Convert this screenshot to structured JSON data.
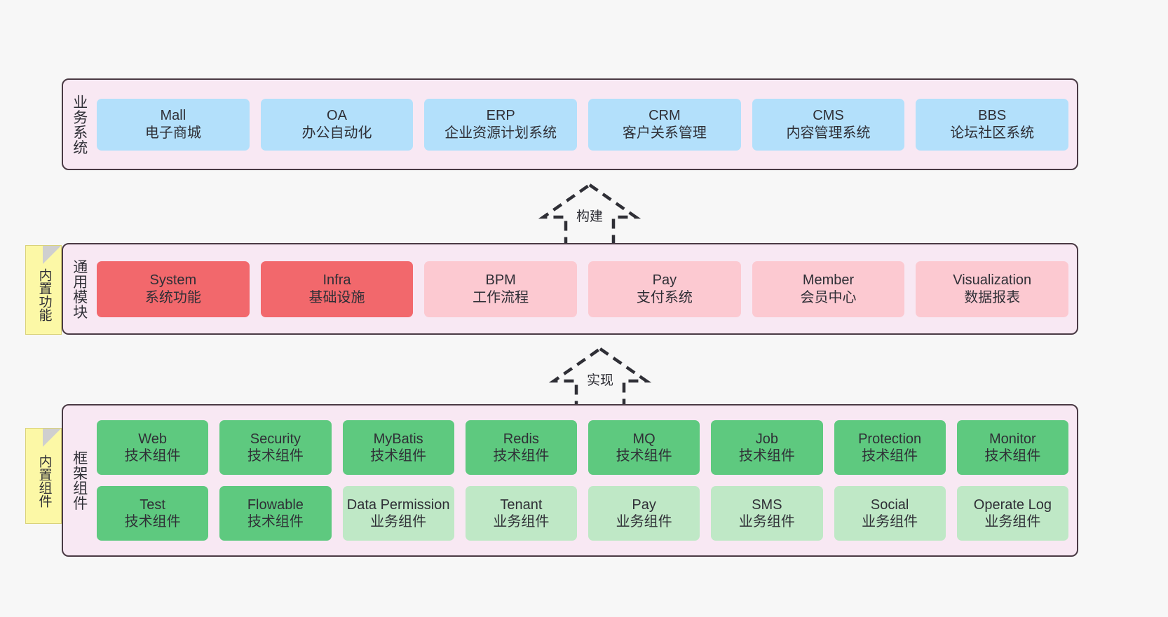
{
  "diagram": {
    "title": "",
    "colors": {
      "canvas_bg": "#f7f7f7",
      "layer_bg": "#f8e8f3",
      "layer_border": "#4a3a44",
      "business_node": "#b3e0fb",
      "module_active": "#f2686c",
      "module_inactive": "#fcc9d1",
      "tech_component": "#5ec97f",
      "business_component": "#bfe8c6",
      "sticky_note": "#fcf8a6"
    }
  },
  "layers": [
    {
      "id": "business",
      "title": "业务系统",
      "rows": [
        [
          {
            "en": "Mall",
            "cn": "电子商城",
            "color": "#b3e0fb"
          },
          {
            "en": "OA",
            "cn": "办公自动化",
            "color": "#b3e0fb"
          },
          {
            "en": "ERP",
            "cn": "企业资源计划系统",
            "color": "#b3e0fb"
          },
          {
            "en": "CRM",
            "cn": "客户关系管理",
            "color": "#b3e0fb"
          },
          {
            "en": "CMS",
            "cn": "内容管理系统",
            "color": "#b3e0fb"
          },
          {
            "en": "BBS",
            "cn": "论坛社区系统",
            "color": "#b3e0fb"
          }
        ]
      ]
    },
    {
      "id": "modules",
      "title": "通用模块",
      "sticky": "内置功能",
      "rows": [
        [
          {
            "en": "System",
            "cn": "系统功能",
            "color": "#f2686c"
          },
          {
            "en": "Infra",
            "cn": "基础设施",
            "color": "#f2686c"
          },
          {
            "en": "BPM",
            "cn": "工作流程",
            "color": "#fcc9d1"
          },
          {
            "en": "Pay",
            "cn": "支付系统",
            "color": "#fcc9d1"
          },
          {
            "en": "Member",
            "cn": "会员中心",
            "color": "#fcc9d1"
          },
          {
            "en": "Visualization",
            "cn": "数据报表",
            "color": "#fcc9d1"
          }
        ]
      ]
    },
    {
      "id": "framework",
      "title": "框架组件",
      "sticky": "内置组件",
      "rows": [
        [
          {
            "en": "Web",
            "cn": "技术组件",
            "color": "#5ec97f"
          },
          {
            "en": "Security",
            "cn": "技术组件",
            "color": "#5ec97f"
          },
          {
            "en": "MyBatis",
            "cn": "技术组件",
            "color": "#5ec97f"
          },
          {
            "en": "Redis",
            "cn": "技术组件",
            "color": "#5ec97f"
          },
          {
            "en": "MQ",
            "cn": "技术组件",
            "color": "#5ec97f"
          },
          {
            "en": "Job",
            "cn": "技术组件",
            "color": "#5ec97f"
          },
          {
            "en": "Protection",
            "cn": "技术组件",
            "color": "#5ec97f"
          },
          {
            "en": "Monitor",
            "cn": "技术组件",
            "color": "#5ec97f"
          }
        ],
        [
          {
            "en": "Test",
            "cn": "技术组件",
            "color": "#5ec97f"
          },
          {
            "en": "Flowable",
            "cn": "技术组件",
            "color": "#5ec97f"
          },
          {
            "en": "Data Permission",
            "cn": "业务组件",
            "color": "#bfe8c6",
            "wrap": true
          },
          {
            "en": "Tenant",
            "cn": "业务组件",
            "color": "#bfe8c6"
          },
          {
            "en": "Pay",
            "cn": "业务组件",
            "color": "#bfe8c6"
          },
          {
            "en": "SMS",
            "cn": "业务组件",
            "color": "#bfe8c6"
          },
          {
            "en": "Social",
            "cn": "业务组件",
            "color": "#bfe8c6"
          },
          {
            "en": "Operate Log",
            "cn": "业务组件",
            "color": "#bfe8c6"
          }
        ]
      ]
    }
  ],
  "connectors": [
    {
      "id": "build",
      "label": "构建",
      "from": "modules",
      "to": "business"
    },
    {
      "id": "impl",
      "label": "实现",
      "from": "framework",
      "to": "modules"
    }
  ]
}
